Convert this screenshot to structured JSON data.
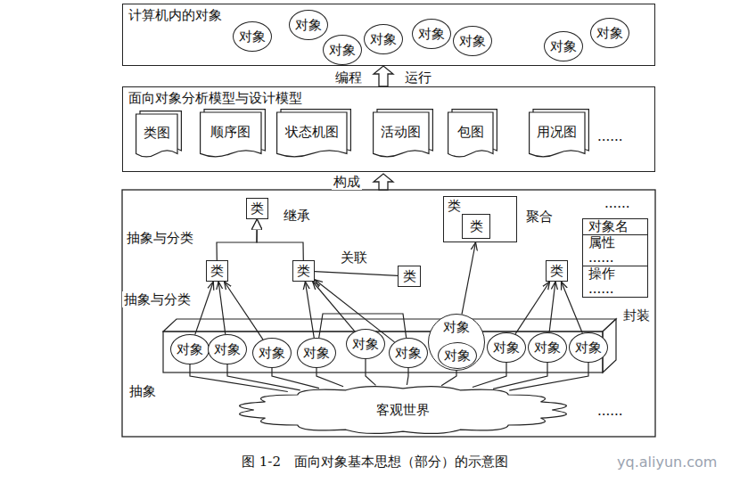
{
  "diagram": {
    "caption": "图 1-2　面向对象基本思想（部分）的示意图",
    "nodes": [
      {
        "text": [
          "计算机内的对象"
        ]
      },
      {
        "text": [
          "对象"
        ],
        "in": 0
      },
      {
        "text": [
          "对象"
        ],
        "in": 0
      },
      {
        "text": [
          "对象"
        ],
        "in": 0
      },
      {
        "text": [
          "对象"
        ],
        "in": 0
      },
      {
        "text": [
          "对象"
        ],
        "in": 0
      },
      {
        "text": [
          "对象"
        ],
        "in": 0
      },
      {
        "text": [
          "对象"
        ],
        "in": 0
      },
      {
        "text": [
          "对象"
        ],
        "in": 0
      },
      {
        "text": [
          "面向对象分析模型与设计模型"
        ]
      },
      {
        "text": [
          "类图"
        ],
        "in": 9
      },
      {
        "text": [
          "顺序图"
        ],
        "in": 9
      },
      {
        "text": [
          "状态机图"
        ],
        "in": 9
      },
      {
        "text": [
          "活动图"
        ],
        "in": 9
      },
      {
        "text": [
          "包图"
        ],
        "in": 9
      },
      {
        "text": [
          "用况图"
        ],
        "in": 9
      },
      {
        "text": [
          "类"
        ]
      },
      {
        "text": [
          "类"
        ]
      },
      {
        "text": [
          "类"
        ]
      },
      {
        "text": [
          "类"
        ]
      },
      {
        "text": [
          "类"
        ]
      },
      {
        "text": [
          "类"
        ],
        "in": 20
      },
      {
        "text": [
          "类"
        ]
      },
      {
        "text": [
          "对象名",
          "属性",
          "......",
          "操作",
          "......"
        ]
      },
      {
        "text": [
          "对象"
        ]
      },
      {
        "text": [
          "对象"
        ]
      },
      {
        "text": [
          "对象"
        ]
      },
      {
        "text": [
          "对象"
        ]
      },
      {
        "text": [
          "对象"
        ]
      },
      {
        "text": [
          "对象"
        ]
      },
      {
        "text": [
          "对象"
        ]
      },
      {
        "text": [
          "对象"
        ],
        "in": 30
      },
      {
        "text": [
          "对象"
        ]
      },
      {
        "text": [
          "对象"
        ]
      },
      {
        "text": [
          "对象"
        ]
      },
      {
        "text": [
          "客观世界"
        ]
      }
    ],
    "edges": [
      {
        "from": 1,
        "to": 2,
        "arrow": "none"
      },
      {
        "from": 4,
        "to": 5,
        "arrow": "none"
      },
      {
        "from": 5,
        "to": 6,
        "arrow": "none"
      },
      {
        "from": 6,
        "to": 7,
        "arrow": "none"
      },
      {
        "from": 9,
        "to": 0,
        "arrow": "to"
      },
      {
        "from": 17,
        "to": 16,
        "arrow": "to"
      },
      {
        "from": 18,
        "to": 16,
        "arrow": "to"
      },
      {
        "from": 18,
        "to": 19,
        "arrow": "none",
        "label": "关联"
      },
      {
        "from": 24,
        "to": 17,
        "arrow": "to"
      },
      {
        "from": 25,
        "to": 17,
        "arrow": "to"
      },
      {
        "from": 26,
        "to": 17,
        "arrow": "to"
      },
      {
        "from": 27,
        "to": 18,
        "arrow": "to"
      },
      {
        "from": 28,
        "to": 18,
        "arrow": "to"
      },
      {
        "from": 29,
        "to": 18,
        "arrow": "to"
      },
      {
        "from": 30,
        "to": 20,
        "arrow": "to"
      },
      {
        "from": 32,
        "to": 22,
        "arrow": "to"
      },
      {
        "from": 33,
        "to": 22,
        "arrow": "to"
      },
      {
        "from": 34,
        "to": 22,
        "arrow": "to"
      },
      {
        "from": 27,
        "to": 29,
        "arrow": "none"
      },
      {
        "from": 35,
        "to": 24,
        "arrow": "none"
      },
      {
        "from": 35,
        "to": 25,
        "arrow": "none"
      },
      {
        "from": 35,
        "to": 26,
        "arrow": "none"
      },
      {
        "from": 35,
        "to": 27,
        "arrow": "none"
      },
      {
        "from": 35,
        "to": 28,
        "arrow": "none"
      },
      {
        "from": 35,
        "to": 29,
        "arrow": "none"
      },
      {
        "from": 35,
        "to": 30,
        "arrow": "none"
      },
      {
        "from": 35,
        "to": 32,
        "arrow": "none"
      },
      {
        "from": 35,
        "to": 33,
        "arrow": "none"
      },
      {
        "from": 35,
        "to": 34,
        "arrow": "none"
      }
    ],
    "labels": [
      "编程",
      "运行",
      "构成",
      "抽象与分类",
      "继承",
      "抽象与分类",
      "聚合",
      "......",
      "封装",
      "抽象",
      "......",
      "......",
      "yq.aliyun.com"
    ]
  }
}
